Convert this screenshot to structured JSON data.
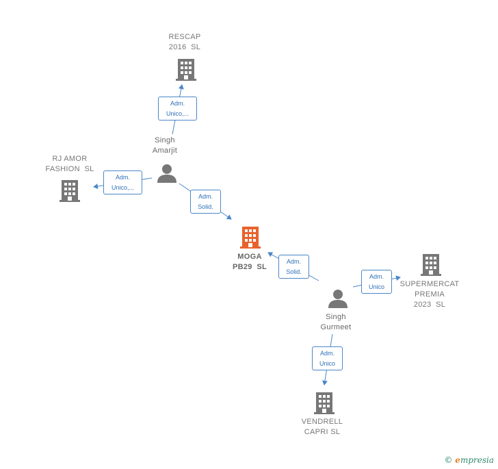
{
  "colors": {
    "building": "#777777",
    "building_main": "#e8622c",
    "person": "#777777",
    "edge": "#4a86c8"
  },
  "nodes": {
    "rescap": {
      "type": "company",
      "name": "RESCAP\n2016  SL"
    },
    "rjamor": {
      "type": "company",
      "name": "RJ AMOR\nFASHION  SL"
    },
    "moga": {
      "type": "company-main",
      "name": "MOGA\nPB29  SL"
    },
    "supermercat": {
      "type": "company",
      "name": "SUPERMERCAT\nPREMIA\n2023  SL"
    },
    "vendrell": {
      "type": "company",
      "name": "VENDRELL\nCAPRI SL"
    },
    "amarjit": {
      "type": "person",
      "name": "Singh\nAmarjit"
    },
    "gurmeet": {
      "type": "person",
      "name": "Singh\nGurmeet"
    }
  },
  "edges": {
    "amarjit_rescap": "Adm.\nUnico,...",
    "amarjit_rjamor": "Adm.\nUnico,...",
    "amarjit_moga": "Adm.\nSolid.",
    "gurmeet_moga": "Adm.\nSolid.",
    "gurmeet_supermercat": "Adm.\nUnico",
    "gurmeet_vendrell": "Adm.\nUnico"
  },
  "footer": {
    "copyright": "©",
    "brand_initial": "e",
    "brand_rest": "mpresia"
  }
}
